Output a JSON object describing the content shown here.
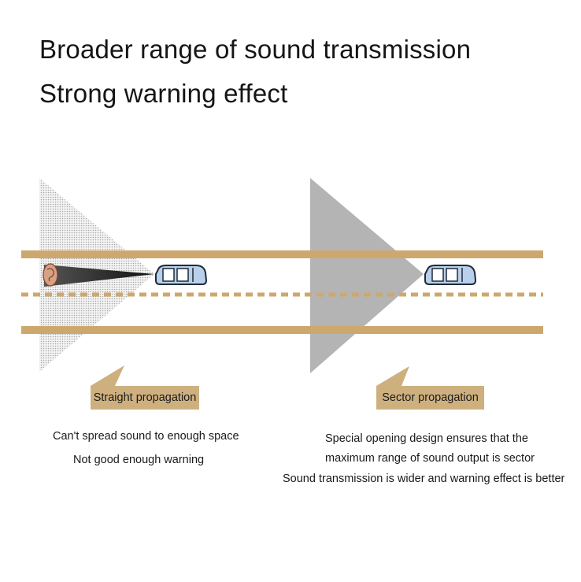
{
  "headlines": {
    "line1": "Broader range of sound transmission",
    "line2": "Strong warning effect"
  },
  "left_panel": {
    "label": "Straight propagation",
    "captions": [
      "Can't spread sound to enough space",
      "Not good enough warning"
    ]
  },
  "right_panel": {
    "label": "Sector propagation",
    "captions": [
      "Special opening design ensures that the",
      "maximum range of sound output is sector",
      "Sound transmission is wider and warning effect is better"
    ]
  },
  "colors": {
    "road": "#cda86e",
    "label_bg": "#ceb07f",
    "sector_fill": "#b4b4b4",
    "dot_cone": "#c8c8c8",
    "car_body": "#b9d0ea",
    "car_outline": "#1e2a3a"
  },
  "icons": [
    "ear-icon",
    "car-icon"
  ]
}
